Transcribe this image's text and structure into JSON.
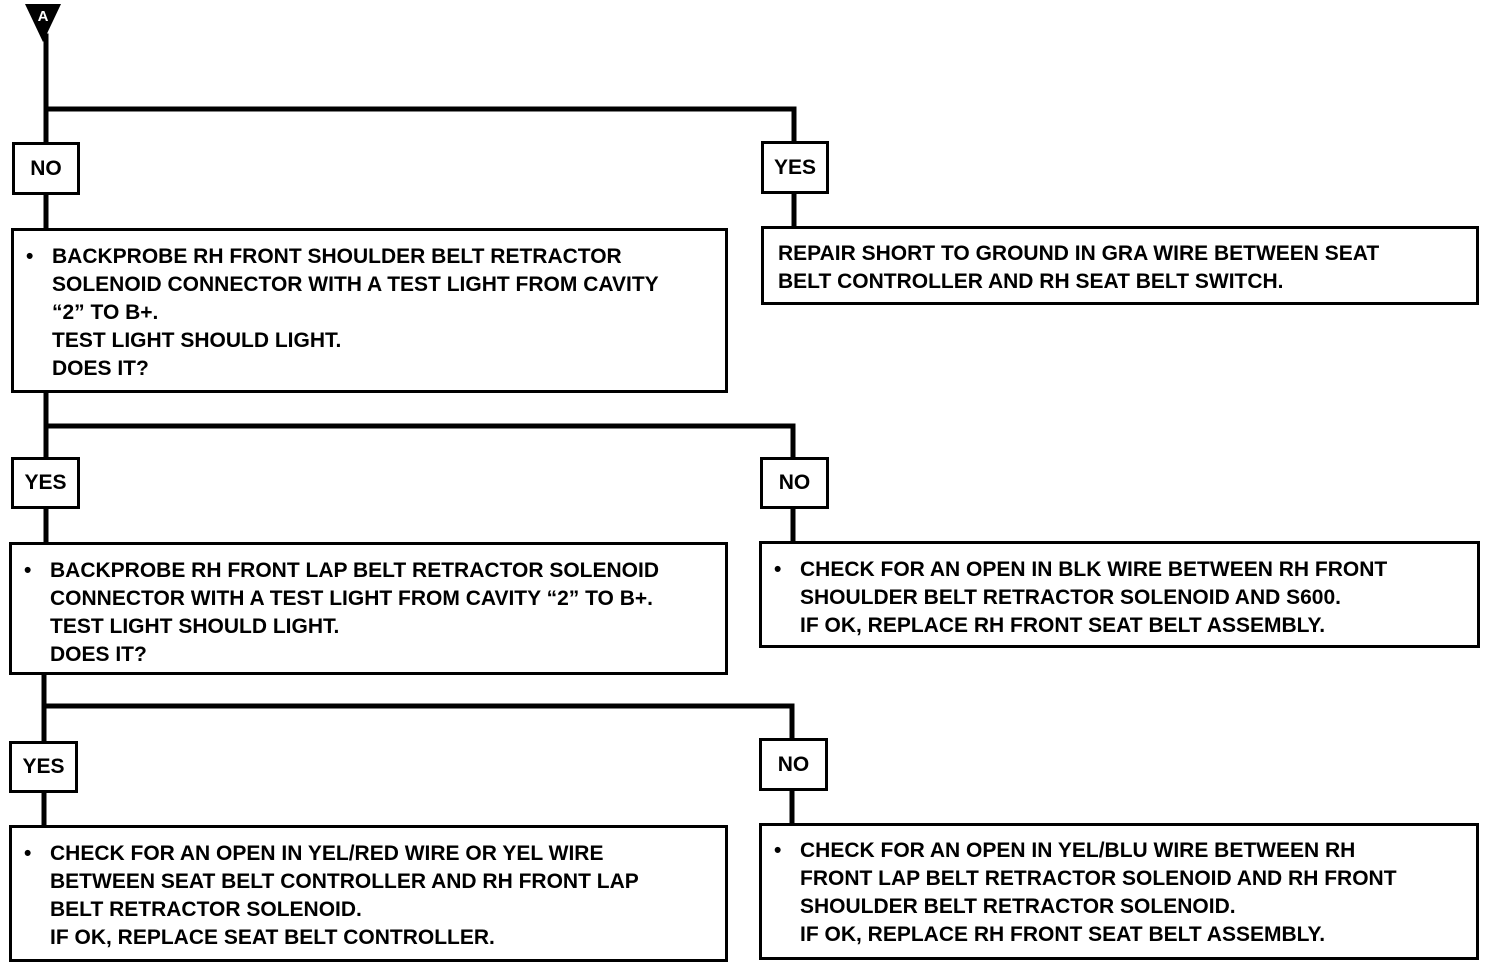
{
  "connector": {
    "letter": "A"
  },
  "labels": {
    "l1_no": "NO",
    "l1_yes": "YES",
    "l2_yes": "YES",
    "l2_no": "NO",
    "l3_yes": "YES",
    "l3_no": "NO"
  },
  "steps": {
    "backprobe_shoulder": [
      "BACKPROBE RH FRONT SHOULDER BELT RETRACTOR",
      "SOLENOID CONNECTOR WITH A TEST LIGHT FROM CAVITY",
      "“2” TO B+.",
      "TEST LIGHT SHOULD LIGHT.",
      "DOES IT?"
    ],
    "repair_short": [
      "REPAIR SHORT TO GROUND IN GRA WIRE BETWEEN SEAT",
      "BELT CONTROLLER AND RH SEAT BELT SWITCH."
    ],
    "backprobe_lap": [
      "BACKPROBE RH FRONT LAP BELT RETRACTOR SOLENOID",
      "CONNECTOR WITH A TEST LIGHT FROM CAVITY “2” TO B+.",
      "TEST LIGHT SHOULD LIGHT.",
      "DOES IT?"
    ],
    "check_blk": [
      "CHECK FOR AN OPEN IN BLK WIRE BETWEEN RH FRONT",
      "SHOULDER BELT RETRACTOR SOLENOID AND S600.",
      "IF OK, REPLACE RH FRONT SEAT BELT ASSEMBLY."
    ],
    "check_yel_red": [
      "CHECK FOR AN OPEN IN YEL/RED WIRE OR YEL WIRE",
      "BETWEEN SEAT BELT CONTROLLER AND RH FRONT LAP",
      "BELT RETRACTOR SOLENOID.",
      "IF OK, REPLACE SEAT BELT CONTROLLER."
    ],
    "check_yel_blu": [
      "CHECK FOR AN OPEN IN YEL/BLU WIRE BETWEEN RH",
      "FRONT LAP BELT RETRACTOR SOLENOID AND RH FRONT",
      "SHOULDER BELT RETRACTOR SOLENOID.",
      "IF OK, REPLACE RH FRONT SEAT BELT ASSEMBLY."
    ]
  }
}
